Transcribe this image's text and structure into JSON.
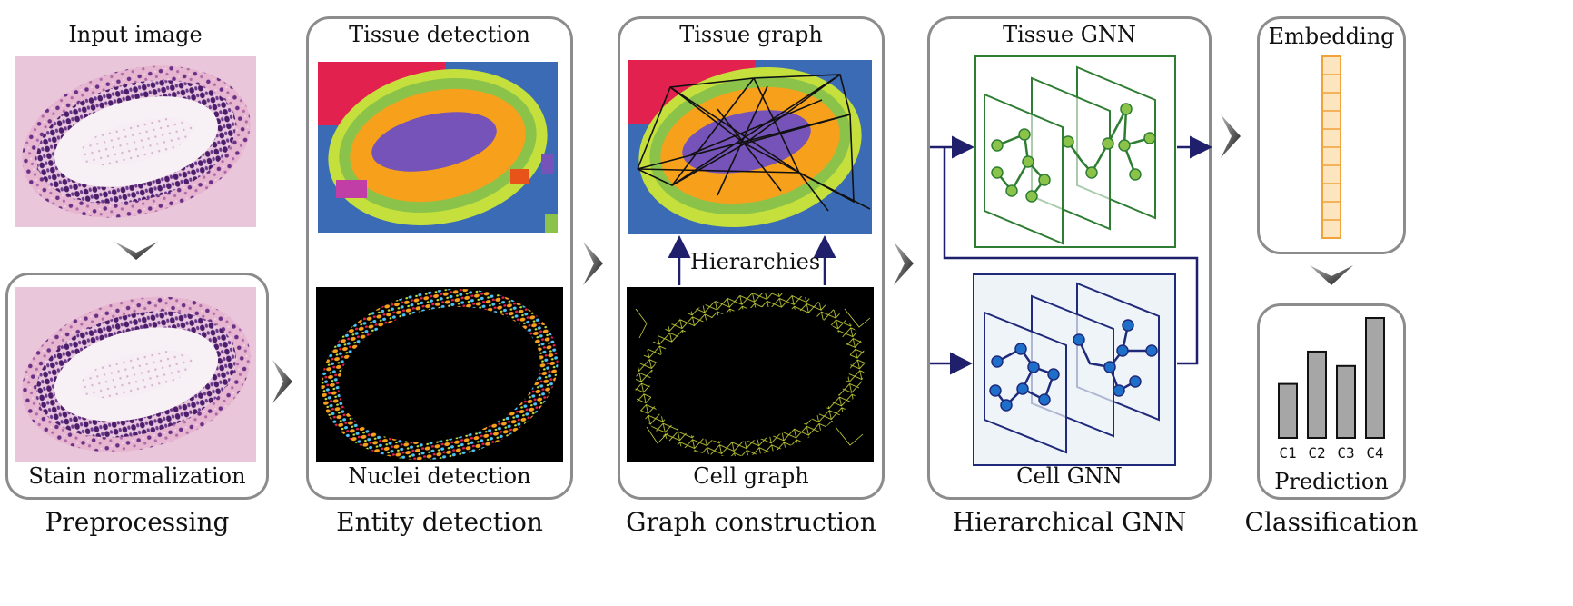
{
  "stages": {
    "preprocessing": {
      "title": "Preprocessing",
      "input_label": "Input image",
      "output_label": "Stain normalization"
    },
    "entity_detection": {
      "title": "Entity detection",
      "top_label": "Tissue detection",
      "bottom_label": "Nuclei detection"
    },
    "graph_construction": {
      "title": "Graph construction",
      "top_label": "Tissue graph",
      "middle_label": "Hierarchies",
      "bottom_label": "Cell graph"
    },
    "hierarchical_gnn": {
      "title": "Hierarchical GNN",
      "top_label": "Tissue GNN",
      "bottom_label": "Cell GNN"
    },
    "classification": {
      "title": "Classification",
      "embedding_label": "Embedding",
      "prediction_label": "Prediction",
      "chart_data": {
        "type": "bar",
        "categories": [
          "C1",
          "C2",
          "C3",
          "C4"
        ],
        "values": [
          0.45,
          0.72,
          0.6,
          1.0
        ]
      }
    }
  },
  "colors": {
    "panel_border": "#8c8c8c",
    "arrow_navy": "#1f1f6b",
    "tissue_graph_green": "#2e7d32",
    "node_green": "#8bc34a",
    "cell_graph_blue": "#1f2a7a",
    "node_blue": "#1e6fc9",
    "embedding_orange": "#f2a23a",
    "embedding_fill": "#fde6bf",
    "bar_gray": "#a6a6a6",
    "tissue_purple": "#7553b8",
    "tissue_orange": "#f6a01c",
    "tissue_lime": "#c5e03c",
    "tissue_blue": "#3c6bb5",
    "tissue_red": "#e3214f"
  }
}
